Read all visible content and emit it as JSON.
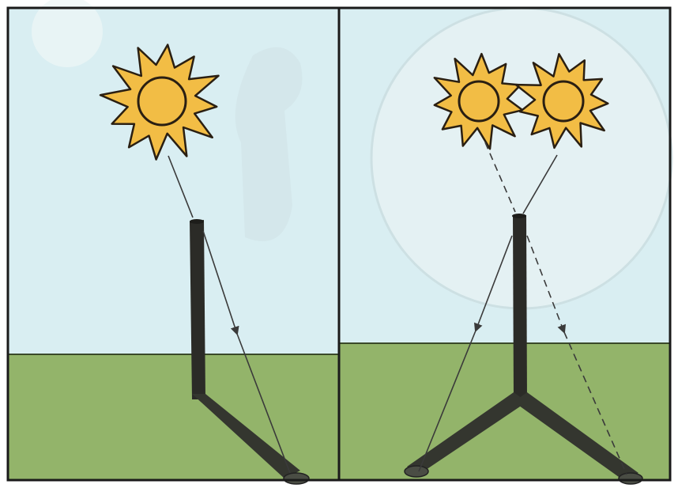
{
  "illustration": {
    "panels": [
      {
        "id": "left",
        "suns": 1,
        "shadows": 1
      },
      {
        "id": "right",
        "suns": 2,
        "shadows": 2
      }
    ],
    "colors": {
      "sky": "#d9eef2",
      "ground": "#93b46a",
      "sun_fill": "#f2bd45",
      "sun_outline": "#2a1f12",
      "pole": "#2b2b27",
      "shadow": "#34362f",
      "frame": "#1a1a1a",
      "ray": "#3a3a3a"
    },
    "icons": [
      "sun-icon",
      "pole",
      "shadow",
      "light-ray-arrow"
    ]
  }
}
